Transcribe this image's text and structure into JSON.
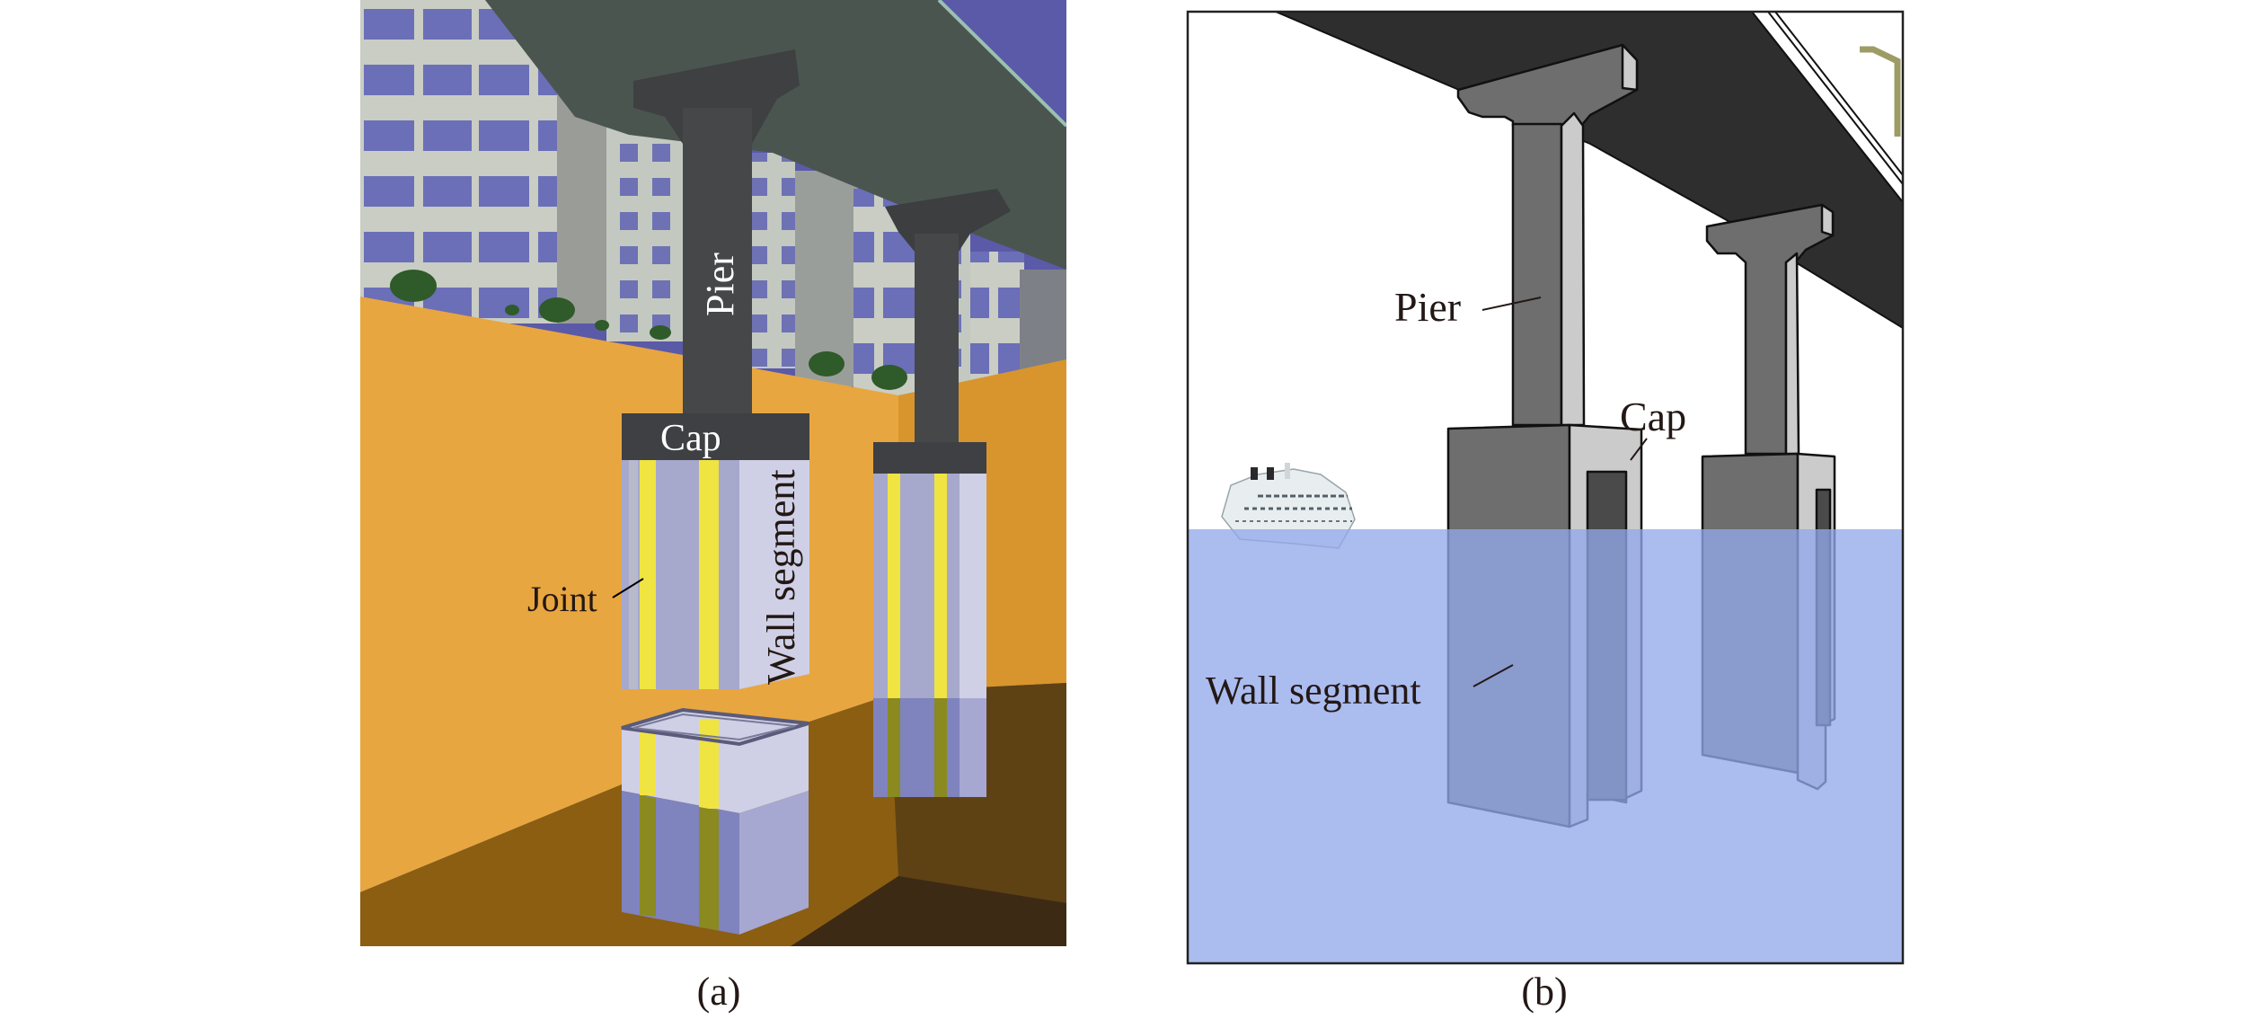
{
  "figure": {
    "panels": [
      {
        "id": "a",
        "caption": "(a)",
        "scene": "urban-land",
        "labels": {
          "pier": "Pier",
          "cap": "Cap",
          "wall_segment": "Wall segment",
          "joint": "Joint"
        }
      },
      {
        "id": "b",
        "caption": "(b)",
        "scene": "water-crossing",
        "labels": {
          "pier": "Pier",
          "cap": "Cap",
          "wall_segment": "Wall segment"
        }
      }
    ]
  },
  "colors": {
    "deck_a": "#4B5550",
    "sky_a": "#5A5AA8",
    "building_frame": "#C9CDC4",
    "building_window": "#6B6FB8",
    "ground_wall": "#E8A640",
    "ground_floor": "#8B5E12",
    "ground_shadow": "#3C2A14",
    "pier_a": "#454749",
    "segment_face": "#A6A8CC",
    "segment_side": "#CFD0E6",
    "joint": "#F0E442",
    "deck_b": "#2E2E2E",
    "pier_front_b": "#6E6E6E",
    "pier_side_b": "#CBCBCB",
    "slot_b": "#4A4A4A",
    "water": "#ABBCF0",
    "lamp": "#9E9C66"
  }
}
